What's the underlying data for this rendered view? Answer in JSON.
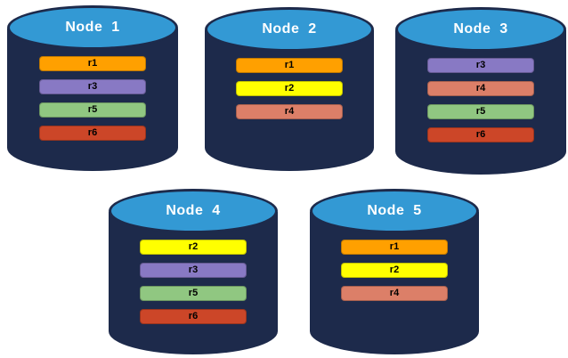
{
  "colors": {
    "background": "#FFFFFF",
    "cylinder_body": "#1D2A4B",
    "cylinder_top": "#3399D4",
    "title_text": "#FFFFFF",
    "replica_label_text": "#000000",
    "replicas": {
      "r1": "#FFA000",
      "r2": "#FFFF00",
      "r3": "#8879C4",
      "r4": "#DC7F68",
      "r5": "#90C781",
      "r6": "#CC4628"
    }
  },
  "nodes": [
    {
      "label": "Node  1",
      "replicas": [
        "r1",
        "r3",
        "r5",
        "r6"
      ]
    },
    {
      "label": "Node  2",
      "replicas": [
        "r1",
        "r2",
        "r4"
      ]
    },
    {
      "label": "Node  3",
      "replicas": [
        "r3",
        "r4",
        "r5",
        "r6"
      ]
    },
    {
      "label": "Node  4",
      "replicas": [
        "r2",
        "r3",
        "r5",
        "r6"
      ]
    },
    {
      "label": "Node  5",
      "replicas": [
        "r1",
        "r2",
        "r4"
      ]
    }
  ]
}
